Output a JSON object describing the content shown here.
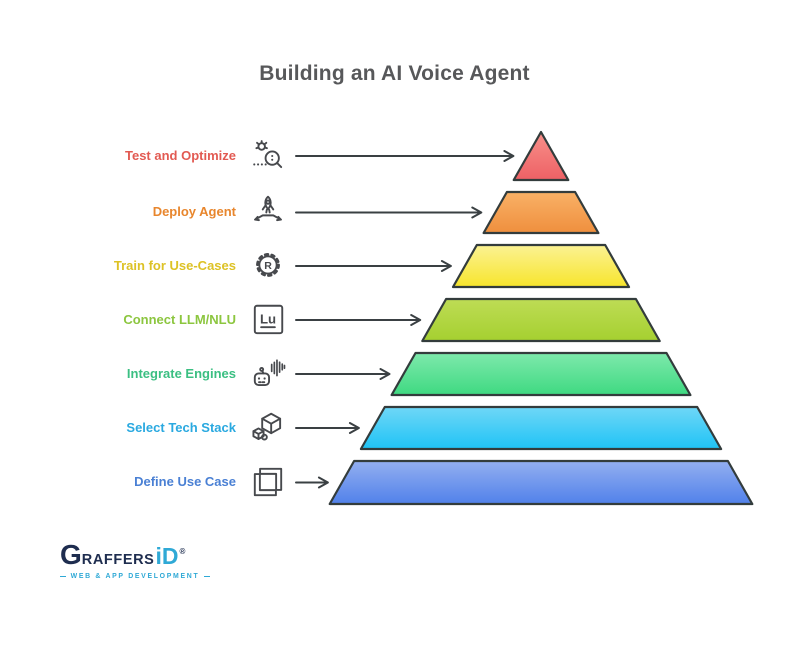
{
  "title": "Building an AI Voice Agent",
  "title_color": "#57585a",
  "outline_color": "#333c3c",
  "arrow_color": "#3a4043",
  "icon_color": "#47494d",
  "levels": [
    {
      "label": "Test and Optimize",
      "label_color": "#e25a52",
      "fill_top": "#f7908a",
      "fill_bottom": "#ee6165",
      "icon": "bug-magnifier-icon"
    },
    {
      "label": "Deploy Agent",
      "label_color": "#e8862d",
      "fill_top": "#f9b166",
      "fill_bottom": "#ef8f3e",
      "icon": "rocket-launch-icon"
    },
    {
      "label": "Train for Use-Cases",
      "label_color": "#ddc226",
      "fill_top": "#fbf293",
      "fill_bottom": "#f7e52c",
      "icon": "gear-r-icon"
    },
    {
      "label": "Connect LLM/NLU",
      "label_color": "#8cc63f",
      "fill_top": "#bedc55",
      "fill_bottom": "#a5d030",
      "icon": "lu-box-icon"
    },
    {
      "label": "Integrate Engines",
      "label_color": "#3bbf82",
      "fill_top": "#7ee9ac",
      "fill_bottom": "#3fd981",
      "icon": "robot-voice-icon"
    },
    {
      "label": "Select Tech Stack",
      "label_color": "#2aa9e0",
      "fill_top": "#6fd7f7",
      "fill_bottom": "#1fc3f5",
      "icon": "cube-stack-icon"
    },
    {
      "label": "Define Use Case",
      "label_color": "#4a80d4",
      "fill_top": "#93aff0",
      "fill_bottom": "#5181ea",
      "icon": "bracket-frame-icon"
    }
  ],
  "logo": {
    "brand_initial": "G",
    "brand_rest": "RAFFERS",
    "brand_id": "iD",
    "registered_mark": "®",
    "tagline": "WEB & APP DEVELOPMENT",
    "navy": "#1e2d4f",
    "cyan": "#2fa9d6"
  }
}
